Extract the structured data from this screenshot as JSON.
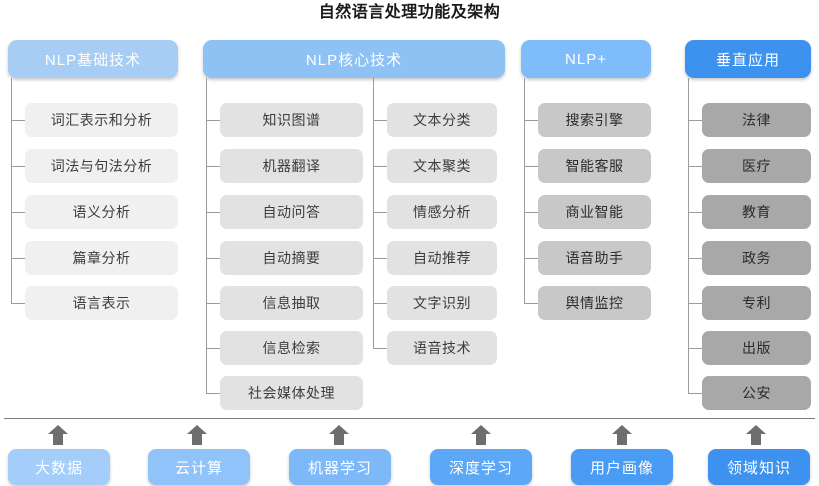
{
  "title": "自然语言处理功能及架构",
  "colors": {
    "header_1": "#a7cdf4",
    "header_2": "#8ec2f5",
    "header_3": "#7fbcfb",
    "header_4": "#3d92f0",
    "node_light": "#f0f0f0",
    "node_mid": "#e2e2e2",
    "node_mid2": "#c8c8c8",
    "node_dark": "#a8a8a8",
    "line": "#9b9b9b",
    "divider": "#7d7d7d",
    "arrow": "#6e6e6e",
    "title_text": "#1a1a1a"
  },
  "columns": [
    {
      "header": "NLP基础技术",
      "header_color": "#a7cdf4",
      "node_color": "#f0f0f0",
      "items": [
        "词汇表示和分析",
        "词法与句法分析",
        "语义分析",
        "篇章分析",
        "语言表示"
      ]
    },
    {
      "header": "NLP核心技术",
      "header_color": "#8ec2f5",
      "node_color": "#e2e2e2",
      "items_left": [
        "知识图谱",
        "机器翻译",
        "自动问答",
        "自动摘要",
        "信息抽取",
        "信息检索",
        "社会媒体处理"
      ],
      "items_right": [
        "文本分类",
        "文本聚类",
        "情感分析",
        "自动推荐",
        "文字识别",
        "语音技术"
      ]
    },
    {
      "header": "NLP+",
      "header_color": "#7fbcfb",
      "node_color": "#c8c8c8",
      "items": [
        "搜索引擎",
        "智能客服",
        "商业智能",
        "语音助手",
        "舆情监控"
      ]
    },
    {
      "header": "垂直应用",
      "header_color": "#3d92f0",
      "node_color": "#a8a8a8",
      "items": [
        "法律",
        "医疗",
        "教育",
        "政务",
        "专利",
        "出版",
        "公安"
      ]
    }
  ],
  "foundation": {
    "items": [
      {
        "label": "大数据",
        "color": "#a4cdfa"
      },
      {
        "label": "云计算",
        "color": "#8fc3f9"
      },
      {
        "label": "机器学习",
        "color": "#7db9f8"
      },
      {
        "label": "深度学习",
        "color": "#5ca7f6"
      },
      {
        "label": "用户画像",
        "color": "#4a9bf4"
      },
      {
        "label": "领域知识",
        "color": "#3d92f0"
      }
    ]
  }
}
